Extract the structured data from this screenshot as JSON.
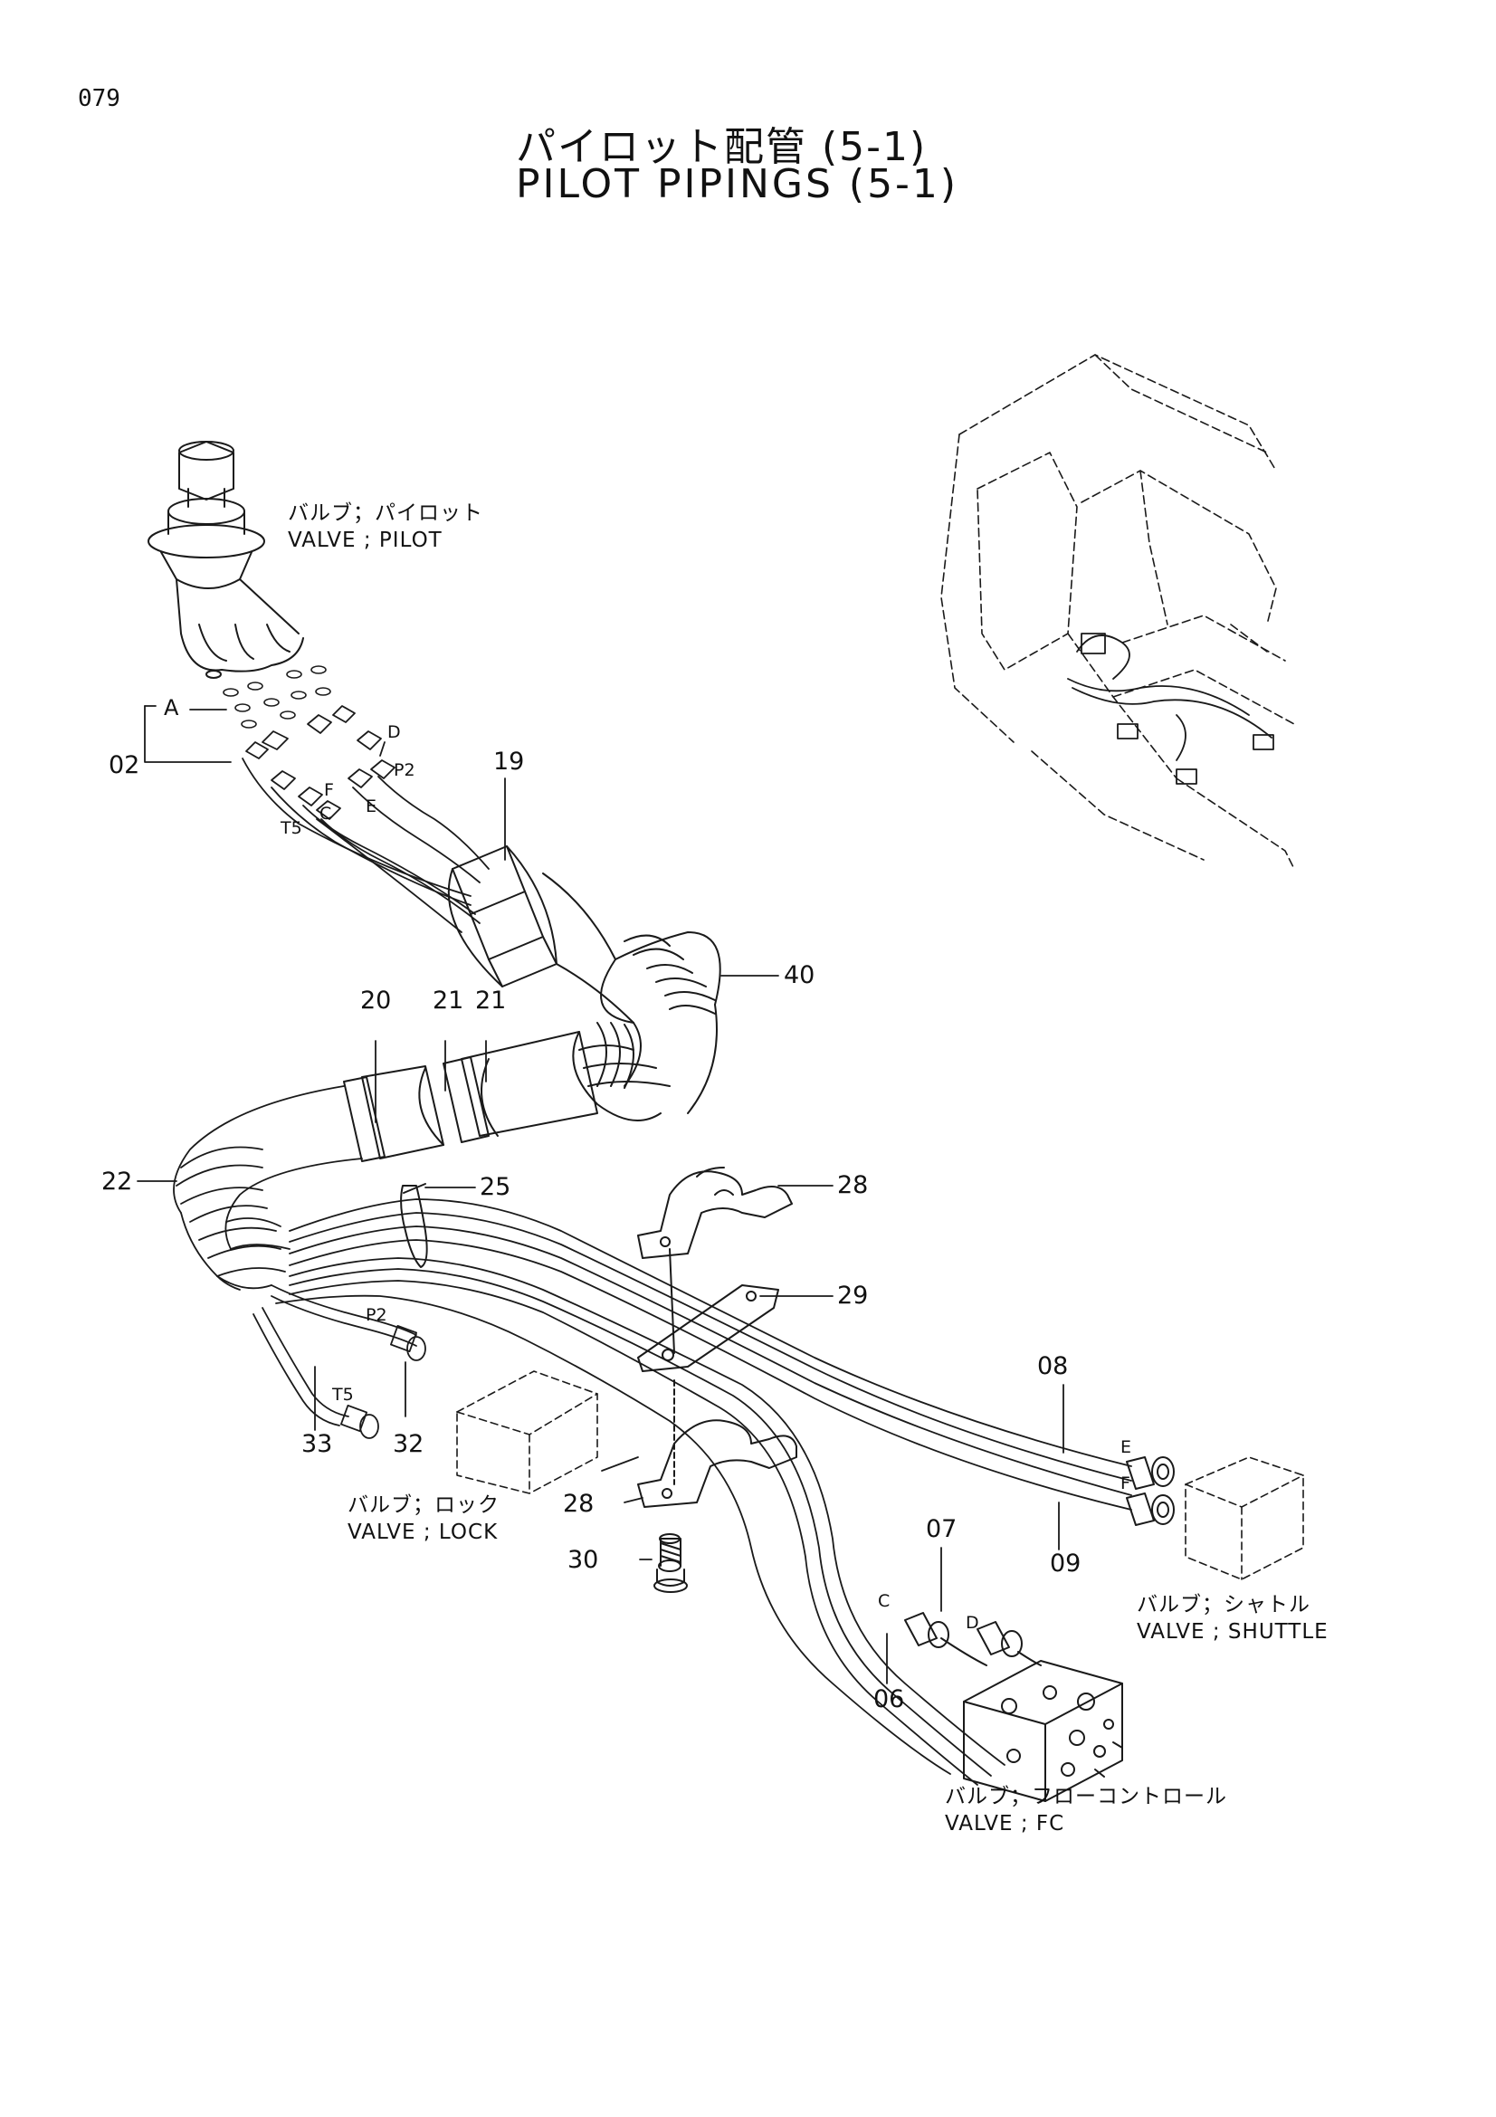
{
  "page_number": "079",
  "title_jp": "パイロット配管 (5-1)",
  "title_en": "PILOT PIPINGS (5-1)",
  "valves": {
    "pilot": {
      "jp": "バルブ；パイロット",
      "en": "VALVE ; PILOT"
    },
    "lock": {
      "jp": "バルブ；ロック",
      "en": "VALVE ; LOCK"
    },
    "shuttle": {
      "jp": "バルブ；シャトル",
      "en": "VALVE ; SHUTTLE"
    },
    "fc": {
      "jp": "バルブ；フローコントロール",
      "en": "VALVE ; FC"
    }
  },
  "callouts": {
    "c02": "02",
    "c06": "06",
    "c07": "07",
    "c08": "08",
    "c09": "09",
    "c19": "19",
    "c20": "20",
    "c21a": "21",
    "c21b": "21",
    "c22": "22",
    "c25": "25",
    "c28a": "28",
    "c28b": "28",
    "c29": "29",
    "c30": "30",
    "c32": "32",
    "c33": "33",
    "c40": "40"
  },
  "port_labels": {
    "a": "A",
    "d_top": "D",
    "p2_top": "P2",
    "f_top": "F",
    "e_top": "E",
    "c_top": "C",
    "t5_top": "T5",
    "p2_low": "P2",
    "t5_low": "T5",
    "e_right": "E",
    "f_right": "F",
    "c_low": "C",
    "d_low": "D"
  }
}
